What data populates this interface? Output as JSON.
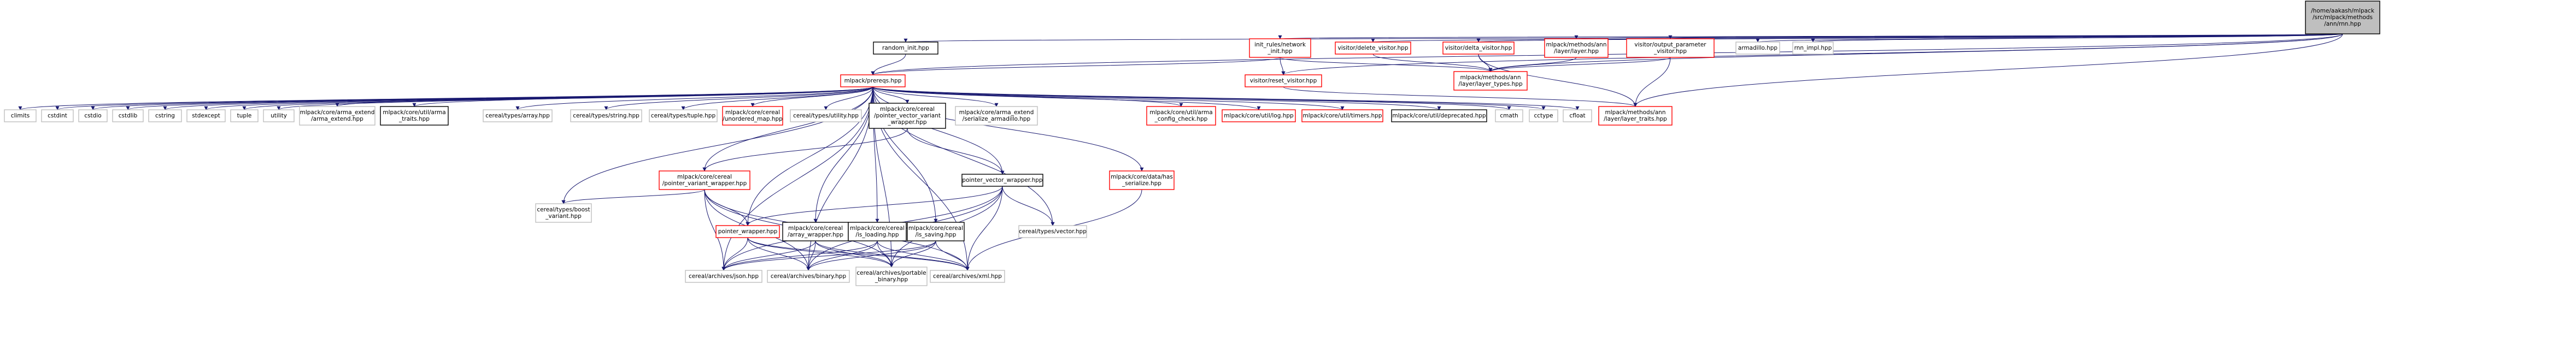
{
  "nodes": [
    {
      "id": "root",
      "lines": [
        "/home/aakash/mlpack",
        "/src/mlpack/methods",
        "/ann/rnn.hpp"
      ],
      "style": "root"
    },
    {
      "id": "random_init",
      "lines": [
        "random_init.hpp"
      ],
      "style": "black"
    },
    {
      "id": "init_rules_network",
      "lines": [
        "init_rules/network",
        "_init.hpp"
      ],
      "style": "red"
    },
    {
      "id": "delete_visitor",
      "lines": [
        "visitor/delete_visitor.hpp"
      ],
      "style": "red"
    },
    {
      "id": "delta_visitor",
      "lines": [
        "visitor/delta_visitor.hpp"
      ],
      "style": "red"
    },
    {
      "id": "layer_hpp",
      "lines": [
        "mlpack/methods/ann",
        "/layer/layer.hpp"
      ],
      "style": "red"
    },
    {
      "id": "output_param",
      "lines": [
        "visitor/output_parameter",
        "_visitor.hpp"
      ],
      "style": "red"
    },
    {
      "id": "armadillo",
      "lines": [
        "armadillo.hpp"
      ],
      "style": "gray"
    },
    {
      "id": "rnn_impl",
      "lines": [
        "rnn_impl.hpp"
      ],
      "style": "gray"
    },
    {
      "id": "prereqs",
      "lines": [
        "mlpack/prereqs.hpp"
      ],
      "style": "red"
    },
    {
      "id": "reset_visitor",
      "lines": [
        "visitor/reset_visitor.hpp"
      ],
      "style": "red"
    },
    {
      "id": "layer_types",
      "lines": [
        "mlpack/methods/ann",
        "/layer/layer_types.hpp"
      ],
      "style": "red"
    },
    {
      "id": "layer_traits",
      "lines": [
        "mlpack/methods/ann",
        "/layer/layer_traits.hpp"
      ],
      "style": "red"
    },
    {
      "id": "climits",
      "lines": [
        "climits"
      ],
      "style": "gray"
    },
    {
      "id": "cstdint",
      "lines": [
        "cstdint"
      ],
      "style": "gray"
    },
    {
      "id": "cstdio",
      "lines": [
        "cstdio"
      ],
      "style": "gray"
    },
    {
      "id": "cstdlib",
      "lines": [
        "cstdlib"
      ],
      "style": "gray"
    },
    {
      "id": "cstring",
      "lines": [
        "cstring"
      ],
      "style": "gray"
    },
    {
      "id": "stdexcept",
      "lines": [
        "stdexcept"
      ],
      "style": "gray"
    },
    {
      "id": "tuple",
      "lines": [
        "tuple"
      ],
      "style": "gray"
    },
    {
      "id": "utility",
      "lines": [
        "utility"
      ],
      "style": "gray"
    },
    {
      "id": "arma_extend",
      "lines": [
        "mlpack/core/arma_extend",
        "/arma_extend.hpp"
      ],
      "style": "gray"
    },
    {
      "id": "arma_traits",
      "lines": [
        "mlpack/core/util/arma",
        "_traits.hpp"
      ],
      "style": "black"
    },
    {
      "id": "cereal_array",
      "lines": [
        "cereal/types/array.hpp"
      ],
      "style": "gray"
    },
    {
      "id": "cereal_string",
      "lines": [
        "cereal/types/string.hpp"
      ],
      "style": "gray"
    },
    {
      "id": "cereal_tuple",
      "lines": [
        "cereal/types/tuple.hpp"
      ],
      "style": "gray"
    },
    {
      "id": "unordered_map",
      "lines": [
        "mlpack/core/cereal",
        "/unordered_map.hpp"
      ],
      "style": "red"
    },
    {
      "id": "cereal_utility",
      "lines": [
        "cereal/types/utility.hpp"
      ],
      "style": "gray"
    },
    {
      "id": "pointer_vector_variant",
      "lines": [
        "mlpack/core/cereal",
        "/pointer_vector_variant",
        "_wrapper.hpp"
      ],
      "style": "black"
    },
    {
      "id": "serialize_armadillo",
      "lines": [
        "mlpack/core/arma_extend",
        "/serialize_armadillo.hpp"
      ],
      "style": "gray"
    },
    {
      "id": "arma_config_check",
      "lines": [
        "mlpack/core/util/arma",
        "_config_check.hpp"
      ],
      "style": "red"
    },
    {
      "id": "log_hpp",
      "lines": [
        "mlpack/core/util/log.hpp"
      ],
      "style": "red"
    },
    {
      "id": "timers_hpp",
      "lines": [
        "mlpack/core/util/timers.hpp"
      ],
      "style": "red"
    },
    {
      "id": "deprecated_hpp",
      "lines": [
        "mlpack/core/util/deprecated.hpp"
      ],
      "style": "black"
    },
    {
      "id": "cmath",
      "lines": [
        "cmath"
      ],
      "style": "gray"
    },
    {
      "id": "cctype",
      "lines": [
        "cctype"
      ],
      "style": "gray"
    },
    {
      "id": "cfloat",
      "lines": [
        "cfloat"
      ],
      "style": "gray"
    },
    {
      "id": "pointer_variant",
      "lines": [
        "mlpack/core/cereal",
        "/pointer_variant_wrapper.hpp"
      ],
      "style": "red"
    },
    {
      "id": "pointer_vector_wrapper",
      "lines": [
        "pointer_vector_wrapper.hpp"
      ],
      "style": "black"
    },
    {
      "id": "has_serialize",
      "lines": [
        "mlpack/core/data/has",
        "_serialize.hpp"
      ],
      "style": "red"
    },
    {
      "id": "boost_variant",
      "lines": [
        "cereal/types/boost",
        "_variant.hpp"
      ],
      "style": "gray"
    },
    {
      "id": "pointer_wrapper",
      "lines": [
        "pointer_wrapper.hpp"
      ],
      "style": "red"
    },
    {
      "id": "array_wrapper",
      "lines": [
        "mlpack/core/cereal",
        "/array_wrapper.hpp"
      ],
      "style": "black"
    },
    {
      "id": "is_loading",
      "lines": [
        "mlpack/core/cereal",
        "/is_loading.hpp"
      ],
      "style": "black"
    },
    {
      "id": "is_saving",
      "lines": [
        "mlpack/core/cereal",
        "/is_saving.hpp"
      ],
      "style": "black"
    },
    {
      "id": "cereal_vector",
      "lines": [
        "cereal/types/vector.hpp"
      ],
      "style": "gray"
    },
    {
      "id": "json_hpp",
      "lines": [
        "cereal/archives/json.hpp"
      ],
      "style": "gray"
    },
    {
      "id": "binary_hpp",
      "lines": [
        "cereal/archives/binary.hpp"
      ],
      "style": "gray"
    },
    {
      "id": "portable_binary",
      "lines": [
        "cereal/archives/portable",
        "_binary.hpp"
      ],
      "style": "gray"
    },
    {
      "id": "xml_hpp",
      "lines": [
        "cereal/archives/xml.hpp"
      ],
      "style": "gray"
    }
  ],
  "edges": [
    [
      "root",
      "random_init"
    ],
    [
      "root",
      "init_rules_network"
    ],
    [
      "root",
      "delete_visitor"
    ],
    [
      "root",
      "delta_visitor"
    ],
    [
      "root",
      "layer_hpp"
    ],
    [
      "root",
      "output_param"
    ],
    [
      "root",
      "armadillo"
    ],
    [
      "root",
      "rnn_impl"
    ],
    [
      "root",
      "prereqs"
    ],
    [
      "root",
      "reset_visitor"
    ],
    [
      "root",
      "layer_types"
    ],
    [
      "root",
      "layer_traits"
    ],
    [
      "random_init",
      "prereqs"
    ],
    [
      "init_rules_network",
      "prereqs"
    ],
    [
      "init_rules_network",
      "reset_visitor"
    ],
    [
      "init_rules_network",
      "layer_types"
    ],
    [
      "delete_visitor",
      "layer_types"
    ],
    [
      "delta_visitor",
      "layer_types"
    ],
    [
      "delta_visitor",
      "layer_traits"
    ],
    [
      "layer_hpp",
      "layer_types"
    ],
    [
      "output_param",
      "layer_types"
    ],
    [
      "output_param",
      "layer_traits"
    ],
    [
      "reset_visitor",
      "layer_traits"
    ],
    [
      "prereqs",
      "climits"
    ],
    [
      "prereqs",
      "cstdint"
    ],
    [
      "prereqs",
      "cstdio"
    ],
    [
      "prereqs",
      "cstdlib"
    ],
    [
      "prereqs",
      "cstring"
    ],
    [
      "prereqs",
      "stdexcept"
    ],
    [
      "prereqs",
      "tuple"
    ],
    [
      "prereqs",
      "utility"
    ],
    [
      "prereqs",
      "arma_extend"
    ],
    [
      "prereqs",
      "arma_traits"
    ],
    [
      "prereqs",
      "cereal_array"
    ],
    [
      "prereqs",
      "cereal_string"
    ],
    [
      "prereqs",
      "cereal_tuple"
    ],
    [
      "prereqs",
      "unordered_map"
    ],
    [
      "prereqs",
      "cereal_utility"
    ],
    [
      "prereqs",
      "pointer_vector_variant"
    ],
    [
      "prereqs",
      "serialize_armadillo"
    ],
    [
      "prereqs",
      "arma_config_check"
    ],
    [
      "prereqs",
      "log_hpp"
    ],
    [
      "prereqs",
      "timers_hpp"
    ],
    [
      "prereqs",
      "deprecated_hpp"
    ],
    [
      "prereqs",
      "cmath"
    ],
    [
      "prereqs",
      "cctype"
    ],
    [
      "prereqs",
      "cfloat"
    ],
    [
      "prereqs",
      "pointer_variant"
    ],
    [
      "prereqs",
      "pointer_vector_wrapper"
    ],
    [
      "prereqs",
      "has_serialize"
    ],
    [
      "prereqs",
      "boost_variant"
    ],
    [
      "prereqs",
      "pointer_wrapper"
    ],
    [
      "prereqs",
      "array_wrapper"
    ],
    [
      "prereqs",
      "is_loading"
    ],
    [
      "prereqs",
      "is_saving"
    ],
    [
      "prereqs",
      "cereal_vector"
    ],
    [
      "prereqs",
      "json_hpp"
    ],
    [
      "prereqs",
      "binary_hpp"
    ],
    [
      "prereqs",
      "portable_binary"
    ],
    [
      "prereqs",
      "xml_hpp"
    ],
    [
      "pointer_vector_variant",
      "pointer_variant"
    ],
    [
      "pointer_vector_variant",
      "pointer_vector_wrapper"
    ],
    [
      "pointer_variant",
      "boost_variant"
    ],
    [
      "pointer_variant",
      "pointer_wrapper"
    ],
    [
      "pointer_variant",
      "json_hpp"
    ],
    [
      "pointer_variant",
      "binary_hpp"
    ],
    [
      "pointer_variant",
      "portable_binary"
    ],
    [
      "pointer_variant",
      "xml_hpp"
    ],
    [
      "pointer_vector_wrapper",
      "pointer_wrapper"
    ],
    [
      "pointer_vector_wrapper",
      "cereal_vector"
    ],
    [
      "pointer_vector_wrapper",
      "json_hpp"
    ],
    [
      "pointer_vector_wrapper",
      "binary_hpp"
    ],
    [
      "pointer_vector_wrapper",
      "portable_binary"
    ],
    [
      "pointer_vector_wrapper",
      "xml_hpp"
    ],
    [
      "has_serialize",
      "xml_hpp"
    ],
    [
      "pointer_wrapper",
      "json_hpp"
    ],
    [
      "pointer_wrapper",
      "binary_hpp"
    ],
    [
      "pointer_wrapper",
      "portable_binary"
    ],
    [
      "pointer_wrapper",
      "xml_hpp"
    ],
    [
      "array_wrapper",
      "json_hpp"
    ],
    [
      "array_wrapper",
      "binary_hpp"
    ],
    [
      "array_wrapper",
      "portable_binary"
    ],
    [
      "array_wrapper",
      "xml_hpp"
    ],
    [
      "is_loading",
      "json_hpp"
    ],
    [
      "is_loading",
      "binary_hpp"
    ],
    [
      "is_loading",
      "portable_binary"
    ],
    [
      "is_loading",
      "xml_hpp"
    ],
    [
      "is_saving",
      "json_hpp"
    ],
    [
      "is_saving",
      "binary_hpp"
    ],
    [
      "is_saving",
      "portable_binary"
    ],
    [
      "is_saving",
      "xml_hpp"
    ]
  ],
  "colors": {
    "edge": "#191970",
    "root_fill": "#bfbfbf",
    "border_red": "#ff0000",
    "border_black": "#000000",
    "border_gray": "#bfbfbf",
    "fill": "#ffffff"
  }
}
